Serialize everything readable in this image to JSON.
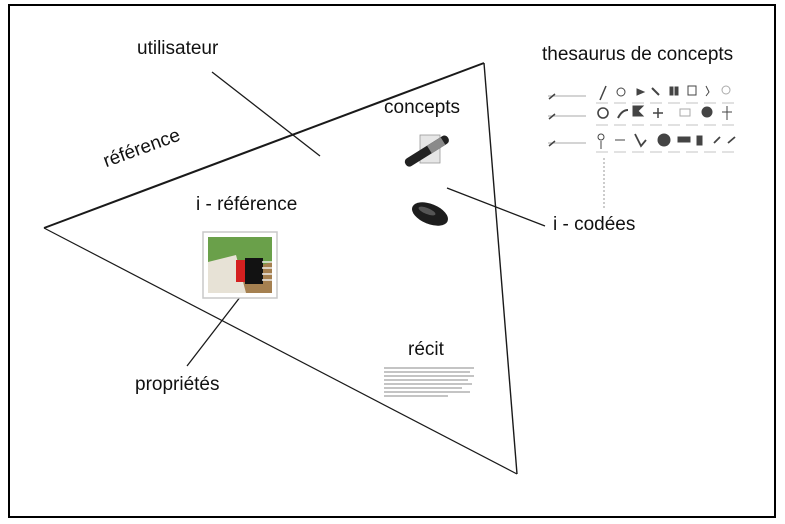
{
  "labels": {
    "utilisateur": "utilisateur",
    "concepts": "concepts",
    "thesaurus": "thesaurus de concepts",
    "reference": "référence",
    "i_reference": "i - référence",
    "i_codees": "i - codées",
    "recit": "récit",
    "proprietes": "propriétés"
  },
  "colors": {
    "line": "#1a1a1a",
    "frame": "#000000",
    "photo_green": "#6aa04a",
    "photo_red": "#d42020",
    "photo_brown": "#a07040"
  },
  "icons": [
    "pencil-icon",
    "chip-icon",
    "ellipse-token-icon",
    "thesaurus-glyph-icon"
  ]
}
